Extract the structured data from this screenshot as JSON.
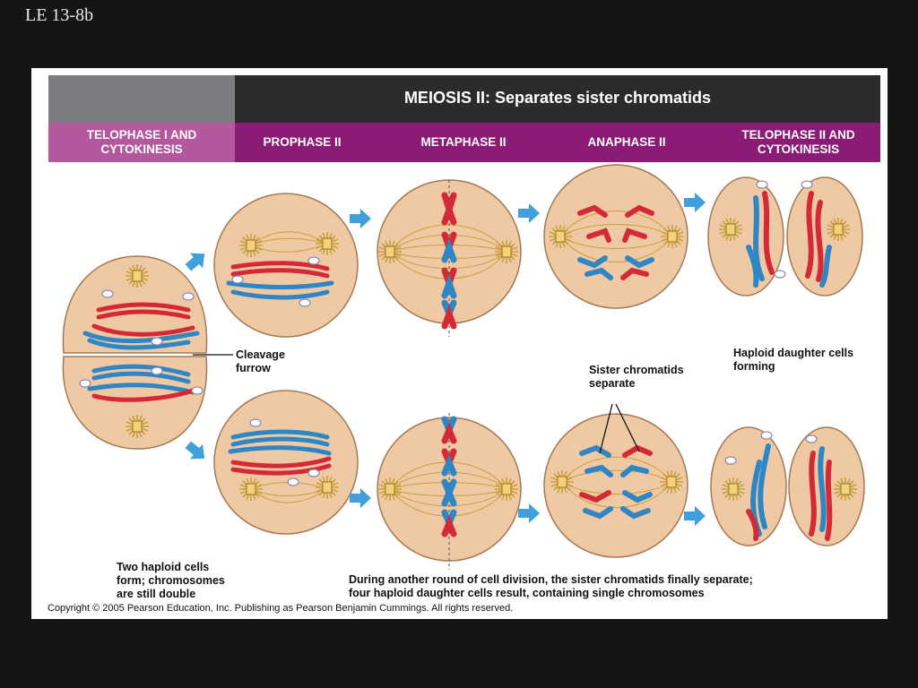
{
  "slide": {
    "label": "LE 13-8b"
  },
  "header": {
    "title": "MEIOSIS II: Separates sister chromatids"
  },
  "phases": [
    "TELOPHASE I AND\nCYTOKINESIS",
    "PROPHASE II",
    "METAPHASE II",
    "ANAPHASE II",
    "TELOPHASE II AND\nCYTOKINESIS"
  ],
  "labels": {
    "cleavage_furrow": "Cleavage\nfurrow",
    "haploid_daughter": "Haploid daughter cells\nforming",
    "sister_chromatids": "Sister chromatids\nseparate",
    "two_haploid": "Two haploid cells\nform; chromosomes\nare still double",
    "caption": "During another round of cell division, the sister chromatids finally separate;\nfour haploid daughter cells result, containing single chromosomes"
  },
  "copyright": "Copyright © 2005 Pearson Education, Inc. Publishing as Pearson Benjamin Cummings. All rights reserved.",
  "colors": {
    "header_dark": "#2c2a2b",
    "header_gray": "#7c7d80",
    "phase_purple": "#8a1c76",
    "phase_pink": "#b4589e",
    "cell_fill": "#efc8a4",
    "chromosome_red": "#d42a36",
    "chromosome_blue": "#2f86c4",
    "arrow_blue": "#3fa0dc"
  }
}
